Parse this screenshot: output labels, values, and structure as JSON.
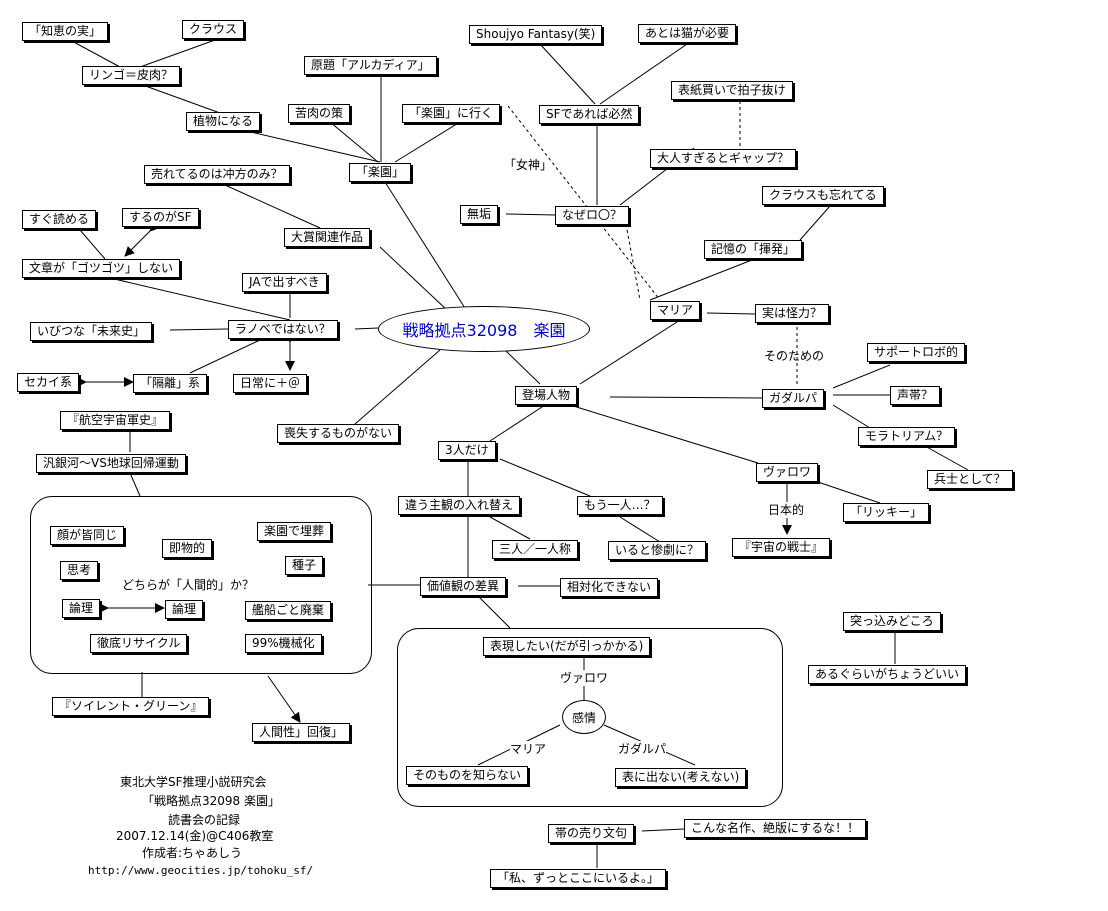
{
  "center": "戦略拠点32098　楽園",
  "nodes": {
    "chie": "「知恵の実」",
    "claus1": "クラウス",
    "ringo": "リンゴ＝皮肉？",
    "shokubutsu": "植物になる",
    "genndai": "原題「アルカディア」",
    "kuniku": "苦肉の策",
    "rakuen_iku": "「楽園」に行く",
    "rakuen": "「楽園」",
    "shoujo": "Shoujyo Fantasy(笑)",
    "neko": "あとは猫が必要",
    "sf_hitsuzen": "SFであれば必然",
    "hyoshi": "表紙買いで拍子抜け",
    "otona": "大人すぎるとギャップ？",
    "ureteru": "売れてるのは冲方のみ？",
    "taishou": "大賞関連作品",
    "sugu": "すぐ読める",
    "surunoga": "するのがSF",
    "bunsho": "文章が「ゴツゴツ」しない",
    "ja": "JAで出すべき",
    "ranobe": "ラノベではない？",
    "ibitsu": "いびつな「未来史」",
    "sekai": "セカイ系",
    "kakuri": "「隔離」系",
    "nichijo": "日常に＋＠",
    "soushitsu": "喪失するものがない",
    "muku": "無垢",
    "naze": "なぜロ〇？",
    "claus2": "クラウスも忘れてる",
    "kioku": "記憶の「揮発」",
    "maria": "マリア",
    "kaiyriki": "実は怪力？",
    "support": "サポートロボ的",
    "tojo": "登場人物",
    "gadarupa": "ガダルパ",
    "seitai": "声帯？",
    "moratorium": "モラトリアム？",
    "heishi": "兵士として？",
    "sannin_dake": "3人だけ",
    "varowa": "ヴァロワ",
    "rikki": "「リッキー」",
    "uchu_senshi": "『宇宙の戦士』",
    "chigau": "違う主観の入れ替え",
    "mou_hitori": "もう一人…？",
    "sannin_ichininshou": "三人／一人称",
    "iruto": "いると惨劇に？",
    "koukuu": "『航空宇宙軍史』",
    "hangin": "汎銀河～VS地球回帰運動",
    "kao": "顔が皆同じ",
    "sokubutsu": "即物的",
    "maisou": "楽園で埋葬",
    "shikou": "思考",
    "shushi": "種子",
    "ronri1": "論理",
    "ronri2": "論理",
    "kansen": "艦船ごと廃棄",
    "tettei": "徹底リサイクル",
    "kikaika": "99%機械化",
    "soylent": "『ソイレント・グリーン』",
    "ningensei": "人間性」回復」",
    "kachikan": "価値観の差異",
    "soutai": "相対化できない",
    "hyougen": "表現したい(だが引っかかる)",
    "sonomono": "そのものを知らない",
    "omote": "表に出ない(考えない)",
    "tsukkomi": "突っ込みどころ",
    "aru": "あるぐらいがちょうどいい",
    "obi": "帯の売り文句",
    "konna": "こんな名作、絶版にするな！！",
    "watashi": "「私、ずっとここにいるよ。」"
  },
  "labels": {
    "megami": "「女神」",
    "sonotame": "そのための",
    "nihonteki": "日本的",
    "dochiraga": "どちらが「人間的」か？",
    "varowa_sub": "ヴァロワ",
    "kanjou": "感情",
    "maria_sub": "マリア",
    "gadarupa_sub": "ガダルパ"
  },
  "credits": [
    "東北大学SF推理小説研究会",
    "「戦略拠点32098 楽園」",
    "読書会の記録",
    "2007.12.14(金)@C406教室",
    "作成者:ちゃあしう",
    "http://www.geocities.jp/tohoku_sf/"
  ],
  "colors": {
    "center_text": "#0000cc",
    "line": "#000000"
  }
}
